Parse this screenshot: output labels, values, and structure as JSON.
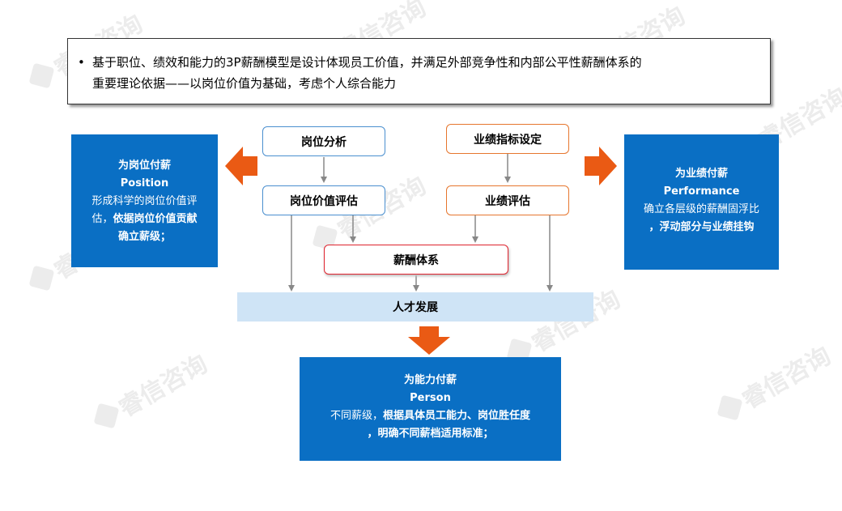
{
  "intro": {
    "bullet": "•",
    "line1": "基于职位、绩效和能力的3P薪酬模型是设计体现员工价值，并满足外部竞争性和内部公平性薪酬体系的",
    "line2": "重要理论依据——以岗位价值为基础，考虑个人综合能力"
  },
  "nodes": {
    "job_analysis": "岗位分析",
    "job_evaluation": "岗位价值评估",
    "kpi_setting": "业绩指标设定",
    "performance_evaluation": "业绩评估",
    "compensation_system": "薪酬体系",
    "talent_development": "人才发展"
  },
  "panels": {
    "position": {
      "title": "为岗位付薪",
      "subtitle": "Position",
      "desc_normal_1": "形成科学的岗位价值评",
      "desc_normal_2": "估，",
      "desc_bold_2": "依据岗位价值贡献",
      "desc_bold_3": "确立薪级；"
    },
    "performance": {
      "title": "为业绩付薪",
      "subtitle": "Performance",
      "desc_normal_1": "确立各层级的薪酬固浮比",
      "desc_bold_2": "，浮动部分与业绩挂钩"
    },
    "person": {
      "title": "为能力付薪",
      "subtitle": "Person",
      "desc_normal_1": "不同薪级，",
      "desc_bold_1": "根据具体员工能力、岗位胜任度",
      "desc_bold_2": "，明确不同薪档适用标准；"
    }
  },
  "watermark": "睿信咨询",
  "colors": {
    "panel_blue": "#0a6fc4",
    "node_blue_border": "#4a8fcf",
    "node_orange_border": "#e6762e",
    "node_red_border": "#e0242f",
    "talent_bg": "#cfe4f6",
    "big_arrow": "#ea5a14",
    "connector": "#888888"
  }
}
